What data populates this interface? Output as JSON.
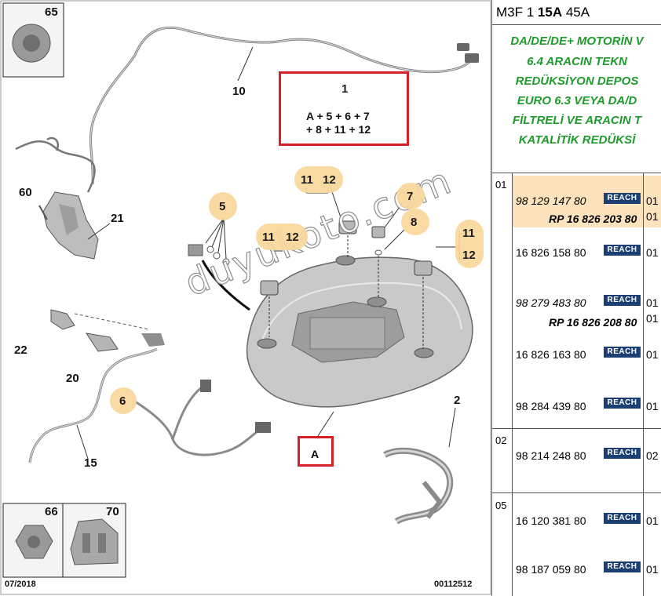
{
  "diagram": {
    "part_labels": [
      {
        "id": "p65",
        "text": "65"
      },
      {
        "id": "p10",
        "text": "10"
      },
      {
        "id": "p60",
        "text": "60"
      },
      {
        "id": "p21",
        "text": "21"
      },
      {
        "id": "p22",
        "text": "22"
      },
      {
        "id": "p20",
        "text": "20"
      },
      {
        "id": "p15",
        "text": "15"
      },
      {
        "id": "p2",
        "text": "2"
      },
      {
        "id": "p66",
        "text": "66"
      },
      {
        "id": "p70",
        "text": "70"
      }
    ],
    "callouts": [
      {
        "id": "c1",
        "text": "1"
      },
      {
        "id": "c5",
        "text": "5"
      },
      {
        "id": "c6",
        "text": "6"
      },
      {
        "id": "c7",
        "text": "7"
      },
      {
        "id": "c8",
        "text": "8"
      },
      {
        "id": "c11a",
        "text": "11"
      },
      {
        "id": "c12a",
        "text": "12"
      },
      {
        "id": "c11b",
        "text": "11"
      },
      {
        "id": "c12b",
        "text": "12"
      },
      {
        "id": "c11c",
        "text": "11"
      },
      {
        "id": "c12c",
        "text": "12"
      }
    ],
    "kit": {
      "line1": "A + 5 + 6 + 7",
      "line2": "+ 8 + 11 + 12"
    },
    "assembly_label": "A",
    "watermark": "duyukoto.com",
    "date": "07/2018",
    "drawing_number": "00112512"
  },
  "parts": {
    "title_prefix": "M3F 1 ",
    "title_bold": "15A",
    "title_suffix": " 45A",
    "description": [
      "DA/DE/DE+ MOTORİN V",
      "6.4 ARACIN TEKN",
      "REDÜKSİYON DEPOS",
      "EURO 6.3 VEYA DA/D",
      "FİLTRELİ VE ARACIN T",
      "KATALİTİK REDÜKSİ"
    ],
    "groups": [
      {
        "code": "01"
      },
      {
        "code": "02"
      },
      {
        "code": "05"
      }
    ],
    "rows": [
      {
        "part": "98 129 147 80",
        "alt": true,
        "badge": "REACH",
        "qty": "01",
        "rp": "RP 16 826 203 80",
        "rp_qty": "01"
      },
      {
        "part": "16 826 158 80",
        "alt": false,
        "badge": "REACH",
        "qty": "01"
      },
      {
        "part": "98 279 483 80",
        "alt": true,
        "badge": "REACH",
        "qty": "01",
        "rp": "RP 16 826 208 80",
        "rp_qty": "01"
      },
      {
        "part": "16 826 163 80",
        "alt": false,
        "badge": "REACH",
        "qty": "01"
      },
      {
        "part": "98 284 439 80",
        "alt": false,
        "badge": "REACH",
        "qty": "01"
      },
      {
        "part": "98 214 248 80",
        "alt": false,
        "badge": "REACH",
        "qty": "02"
      },
      {
        "part": "16 120 381 80",
        "alt": false,
        "badge": "REACH",
        "qty": "01"
      },
      {
        "part": "98 187 059 80",
        "alt": false,
        "badge": "REACH",
        "qty": "01"
      }
    ],
    "colors": {
      "highlight": "#fde3bd",
      "description": "#1f9b2c",
      "reach_badge": "#1b3f73",
      "kit_box": "#d61f26"
    }
  }
}
